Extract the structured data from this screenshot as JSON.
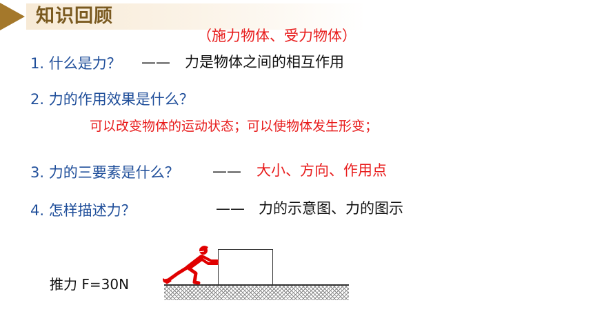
{
  "header": {
    "title": "知识回顾"
  },
  "q1": {
    "annotation": "（施力物体、受力物体）",
    "question": "1. 什么是力？",
    "dash": "——",
    "answer": "力是物体之间的相互作用"
  },
  "q2": {
    "question": "2. 力的作用效果是什么？",
    "answer": "可以改变物体的运动状态；可以使物体发生形变；"
  },
  "q3": {
    "question": "3. 力的三要素是什么？",
    "dash": "——",
    "answer": "大小、方向、作用点"
  },
  "q4": {
    "question": "4. 怎样描述力？",
    "dash": "——",
    "answer": "力的示意图、力的图示"
  },
  "figure": {
    "label": "推力 F=30N"
  },
  "colors": {
    "accent": "#a4782b",
    "question": "#1f4e9a",
    "answer_red": "#e81c1c",
    "figure": "#e00000"
  }
}
